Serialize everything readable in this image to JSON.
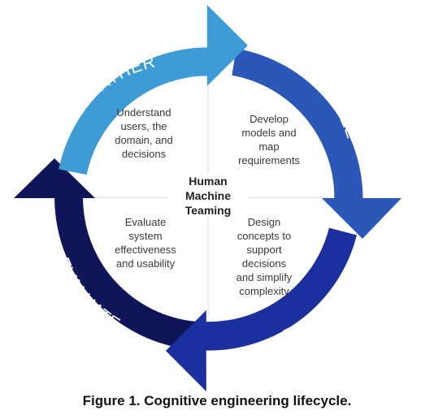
{
  "phases": [
    {
      "label": "GATHER",
      "color": "#3d9bd6"
    },
    {
      "label": "ANALYZE",
      "color": "#2a57b8"
    },
    {
      "label": "DESIGN",
      "color": "#1c2f9e"
    },
    {
      "label": "EVALUATE",
      "color": "#0f1559"
    }
  ],
  "quadrants": {
    "top_left": "Understand\nusers, the\ndomain, and\ndecisions",
    "top_right": "Develop\nmodels and\nmap\nrequirements",
    "bottom_left": "Evaluate\nsystem\neffectiveness\nand usability",
    "bottom_right": "Design\nconcepts to\nsupport\ndecisions\nand simplify\ncomplexity"
  },
  "center": "Human\nMachine\nTeaming",
  "caption": "Figure 1. Cognitive engineering lifecycle."
}
